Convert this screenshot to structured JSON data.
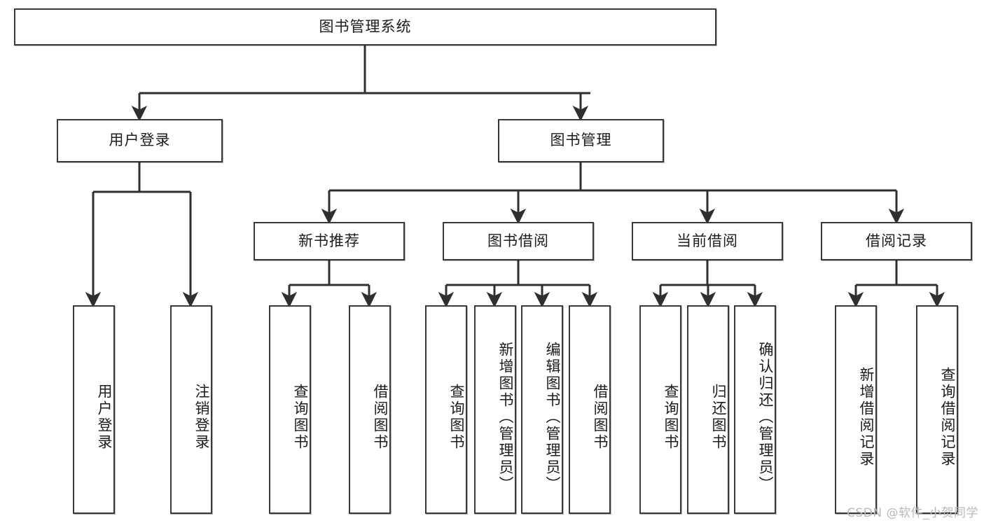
{
  "diagram": {
    "type": "tree",
    "title": "图书管理系统",
    "orientation": "top-down",
    "colors": {
      "node_border": "#3a3a3a",
      "node_fill": "#ffffff",
      "edge": "#2f2f2f",
      "text": "#1c1c1c",
      "watermark": "#b9b9b9"
    },
    "root": {
      "label": "图书管理系统"
    },
    "level1": [
      {
        "label": "用户登录"
      },
      {
        "label": "图书管理"
      }
    ],
    "level2": [
      {
        "label": "新书推荐"
      },
      {
        "label": "图书借阅"
      },
      {
        "label": "当前借阅"
      },
      {
        "label": "借阅记录"
      }
    ],
    "leaves": {
      "user_login": [
        {
          "label": "用户登录"
        },
        {
          "label": "注销登录"
        }
      ],
      "new_book_recommend": [
        {
          "label": "查询图书"
        },
        {
          "label": "借阅图书"
        }
      ],
      "book_borrow": [
        {
          "label": "查询图书"
        },
        {
          "label": "新增图书（管理员）"
        },
        {
          "label": "编辑图书（管理员）"
        },
        {
          "label": "借阅图书"
        }
      ],
      "current_borrow": [
        {
          "label": "查询图书"
        },
        {
          "label": "归还图书"
        },
        {
          "label": "确认归还（管理员）"
        }
      ],
      "borrow_record": [
        {
          "label": "新增借阅记录"
        },
        {
          "label": "查询借阅记录"
        }
      ]
    }
  },
  "watermark": {
    "text": "CSDN @软件_小贺同学"
  }
}
